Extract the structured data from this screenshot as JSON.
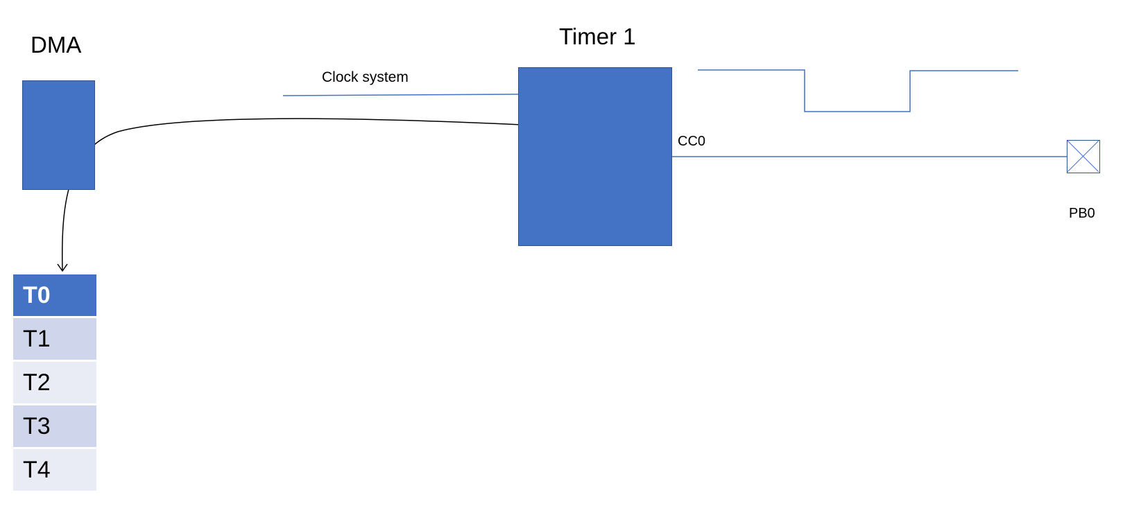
{
  "dma": {
    "title": "DMA"
  },
  "timer": {
    "title": "Timer 1"
  },
  "clock": {
    "label": "Clock system"
  },
  "channel": {
    "label": "CC0"
  },
  "pin": {
    "label": "PB0"
  },
  "table": {
    "rows": [
      "T0",
      "T1",
      "T2",
      "T3",
      "T4"
    ]
  },
  "colors": {
    "block_fill": "#4472c4",
    "block_border": "#2f528f",
    "row_light": "#cfd5ea",
    "row_lighter": "#e9ebf5"
  }
}
